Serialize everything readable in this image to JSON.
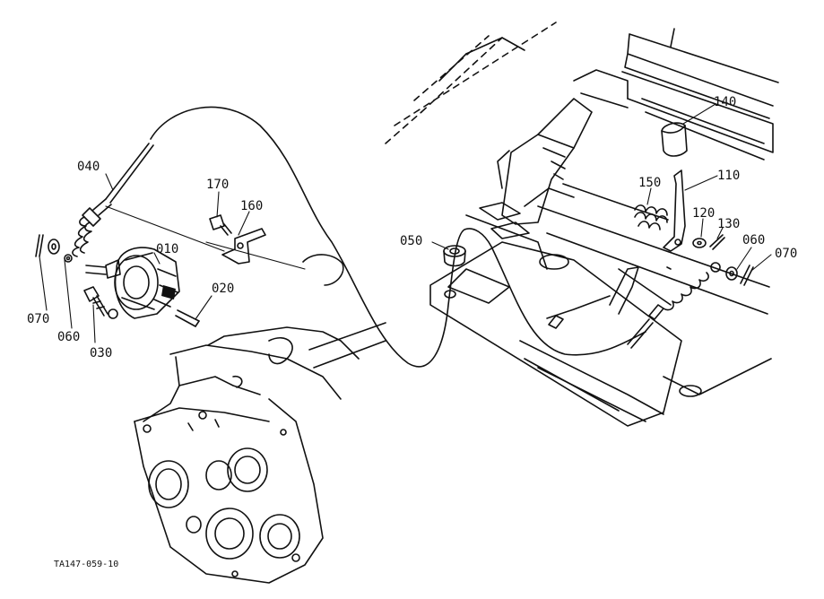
{
  "diagram": {
    "drawing_code": "TA147-059-10",
    "callouts": [
      {
        "part": "010",
        "label": "010"
      },
      {
        "part": "020",
        "label": "020"
      },
      {
        "part": "030",
        "label": "030"
      },
      {
        "part": "040",
        "label": "040"
      },
      {
        "part": "050",
        "label": "050"
      },
      {
        "part": "060",
        "label": "060"
      },
      {
        "part": "060",
        "label": "060"
      },
      {
        "part": "070",
        "label": "070"
      },
      {
        "part": "070",
        "label": "070"
      },
      {
        "part": "110",
        "label": "110"
      },
      {
        "part": "120",
        "label": "120"
      },
      {
        "part": "130",
        "label": "130"
      },
      {
        "part": "140",
        "label": "140"
      },
      {
        "part": "150",
        "label": "150"
      },
      {
        "part": "160",
        "label": "160"
      },
      {
        "part": "170",
        "label": "170"
      }
    ]
  }
}
